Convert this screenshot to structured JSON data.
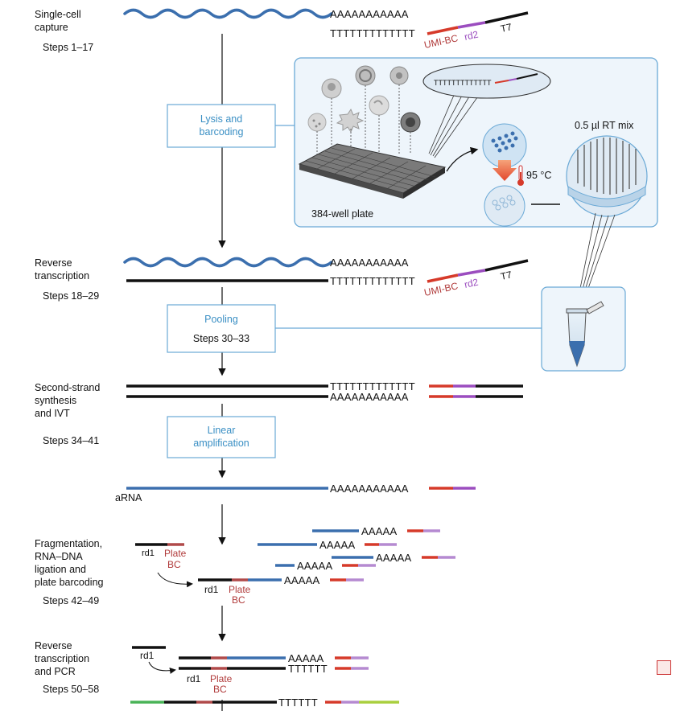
{
  "steps": [
    {
      "title_lines": [
        "Single-cell",
        "capture"
      ],
      "steps_label": "Steps 1–17"
    },
    {
      "title_lines": [
        "Reverse",
        "transcription"
      ],
      "steps_label": "Steps 18–29"
    },
    {
      "title_lines": [
        "Second-strand",
        "synthesis",
        "and IVT"
      ],
      "steps_label": "Steps 34–41"
    },
    {
      "title_lines": [
        "Fragmentation,",
        "RNA–DNA",
        "ligation and",
        "plate barcoding"
      ],
      "steps_label": "Steps 42–49"
    },
    {
      "title_lines": [
        "Reverse",
        "transcription",
        "and PCR"
      ],
      "steps_label": "Steps 50–58"
    }
  ],
  "boxes": {
    "lysis": [
      "Lysis and",
      "barcoding"
    ],
    "pooling_title": "Pooling",
    "pooling_steps": "Steps 30–33",
    "linear": [
      "Linear",
      "amplification"
    ]
  },
  "sequences": {
    "polyA11": "AAAAAAAAAAA",
    "polyT13": "TTTTTTTTTTTTT",
    "polyA5": "AAAAA",
    "polyT6": "TTTTTT"
  },
  "labels": {
    "umi_bc": "UMI-BC",
    "rd2": "rd2",
    "t7": "T7",
    "arna": "aRNA",
    "rd1": "rd1",
    "plate": "Plate",
    "bc": "BC",
    "plate_384": "384-well plate",
    "temp": "95 °C",
    "rt_mix": "0.5 µl RT mix"
  },
  "colors": {
    "blue": "#3b6fae",
    "red": "#d63a2a",
    "purple": "#9b4dbf",
    "black": "#111111",
    "box_border": "#6aa9d6",
    "box_text": "#3a8fc4",
    "green": "#49b357",
    "lime": "#a9cf3e"
  }
}
